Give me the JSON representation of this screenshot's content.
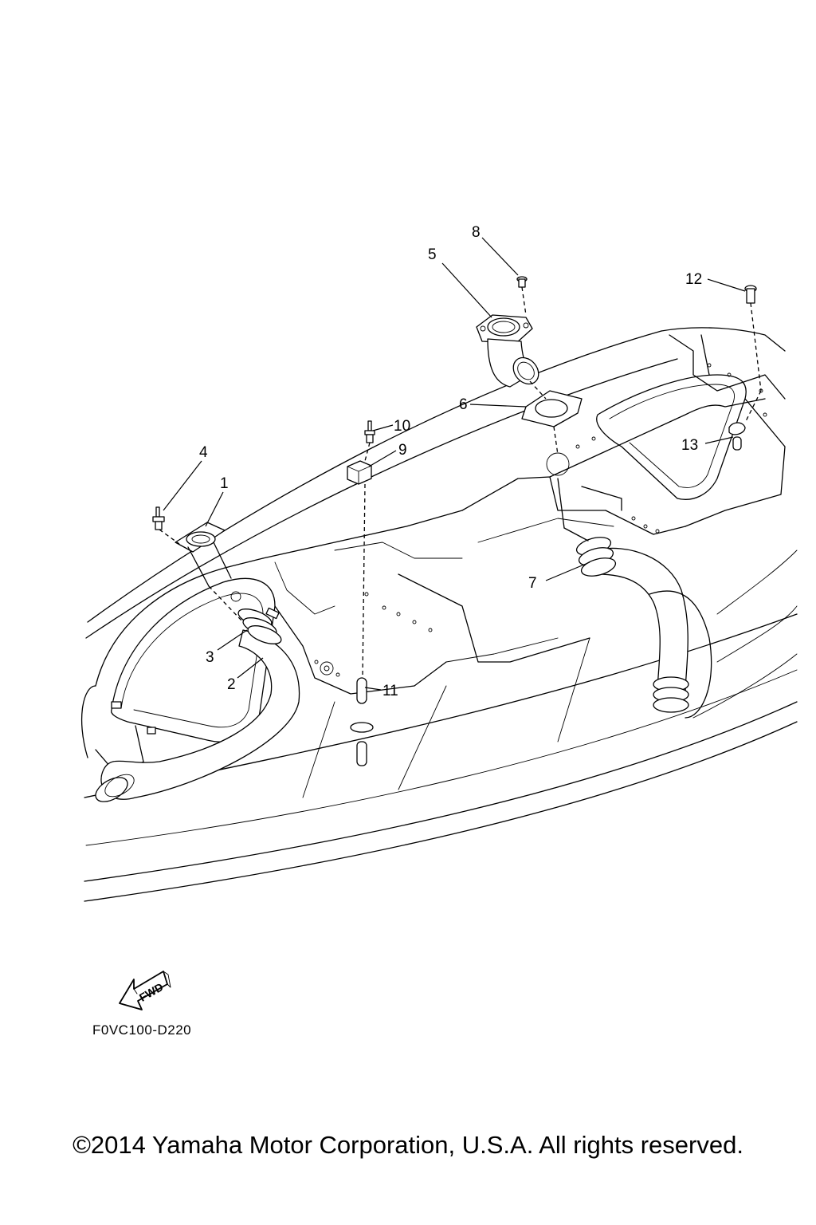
{
  "callouts": [
    "1",
    "2",
    "3",
    "4",
    "5",
    "6",
    "7",
    "8",
    "9",
    "10",
    "11",
    "12",
    "13"
  ],
  "fwd_label": "FWD",
  "diagram_code": "F0VC100-D220",
  "copyright": "©2014 Yamaha Motor Corporation, U.S.A. All rights reserved."
}
